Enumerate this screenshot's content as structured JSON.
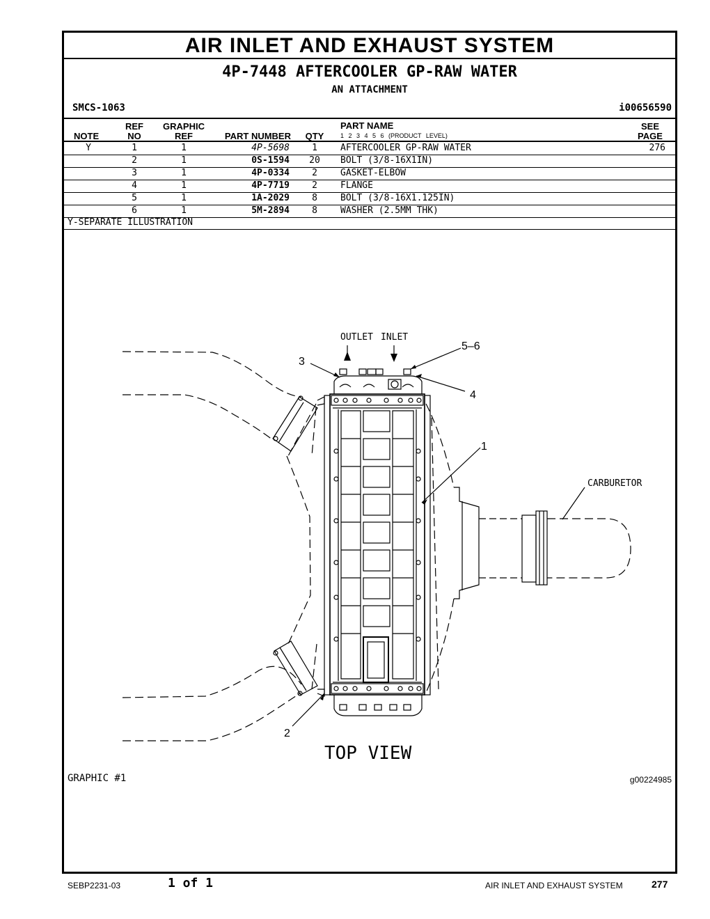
{
  "section_title": "AIR INLET AND EXHAUST SYSTEM",
  "group_title": "4P-7448 AFTERCOOLER GP-RAW WATER",
  "group_subtitle": "AN ATTACHMENT",
  "smcs": "SMCS-1063",
  "illustration_id": "i00656590",
  "table": {
    "headers": {
      "note": "NOTE",
      "ref_no": [
        "REF",
        "NO"
      ],
      "graphic_ref": [
        "GRAPHIC",
        "REF"
      ],
      "part_number": "PART NUMBER",
      "qty": "QTY",
      "part_name": "PART NAME",
      "product_levels": "1 2 3 4 5 6 (PRODUCT LEVEL)",
      "see_page": [
        "SEE",
        "PAGE"
      ]
    },
    "rows": [
      {
        "note": "Y",
        "ref_no": "1",
        "graphic_ref": "1",
        "part_number": "4P-5698",
        "qty": "1",
        "part_name": "AFTERCOOLER GP-RAW WATER",
        "see_page": "276"
      },
      {
        "note": "",
        "ref_no": "2",
        "graphic_ref": "1",
        "part_number": "0S-1594",
        "qty": "20",
        "part_name": "BOLT (3/8-16X1IN)",
        "see_page": ""
      },
      {
        "note": "",
        "ref_no": "3",
        "graphic_ref": "1",
        "part_number": "4P-0334",
        "qty": "2",
        "part_name": "GASKET-ELBOW",
        "see_page": ""
      },
      {
        "note": "",
        "ref_no": "4",
        "graphic_ref": "1",
        "part_number": "4P-7719",
        "qty": "2",
        "part_name": "FLANGE",
        "see_page": ""
      },
      {
        "note": "",
        "ref_no": "5",
        "graphic_ref": "1",
        "part_number": "1A-2029",
        "qty": "8",
        "part_name": "BOLT (3/8-16X1.125IN)",
        "see_page": ""
      },
      {
        "note": "",
        "ref_no": "6",
        "graphic_ref": "1",
        "part_number": "5M-2894",
        "qty": "8",
        "part_name": "WASHER (2.5MM THK)",
        "see_page": ""
      }
    ],
    "footnote": "Y-SEPARATE ILLUSTRATION"
  },
  "drawing": {
    "labels": {
      "outlet": "OUTLET",
      "inlet": "INLET",
      "callout_5_6": "5–6",
      "callout_3": "3",
      "callout_4": "4",
      "callout_1": "1",
      "callout_2": "2",
      "carburetor": "CARBURETOR",
      "view": "TOP VIEW"
    }
  },
  "graphic_label": "GRAPHIC #1",
  "graphic_id": "g00224985",
  "footer": {
    "doc_number": "SEBP2231-03",
    "page_of": "1 of 1",
    "section": "AIR INLET AND EXHAUST SYSTEM",
    "page_number": "277"
  }
}
